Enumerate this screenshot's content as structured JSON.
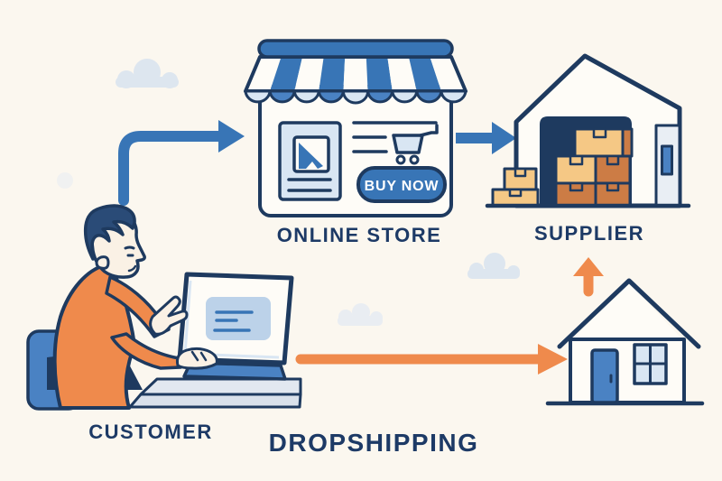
{
  "scene": {
    "title": "DROPSHIPPING",
    "nodes": {
      "customer": {
        "label": "CUSTOMER",
        "icon": "person-at-laptop-icon"
      },
      "online_store": {
        "label": "ONLINE STORE",
        "buy_button": "BUY NOW",
        "icon": "storefront-icon",
        "sub_icons": [
          "product-card-icon",
          "image-icon",
          "shopping-cart-icon"
        ]
      },
      "supplier": {
        "label": "SUPPLIER",
        "icon": "warehouse-boxes-icon"
      },
      "customer_house": {
        "icon": "house-icon"
      }
    },
    "flows": [
      {
        "from": "customer",
        "to": "online_store",
        "color": "#3875B6",
        "shape": "elbow-arrow"
      },
      {
        "from": "online_store",
        "to": "supplier",
        "color": "#3875B6",
        "shape": "straight-arrow"
      },
      {
        "from": "customer",
        "to": "customer_house",
        "color": "#EF8A4C",
        "shape": "straight-arrow"
      },
      {
        "from": "customer_house",
        "to": "supplier",
        "color": "#EF8A4C",
        "shape": "up-arrow"
      }
    ],
    "colors": {
      "background": "#FBF7EF",
      "white": "#FEFCF7",
      "navy": "#1E3A5F",
      "text": "#1D3A66",
      "blue": "#3875B6",
      "blue_light": "#D9E6F3",
      "blue_pale": "#BCD2E9",
      "door_blue": "#4A82C3",
      "orange": "#EF8A4C",
      "box_tan": "#F5C885",
      "box_brown": "#CC7C45",
      "cloud": "#DDE6EF",
      "cloud_faint": "#E9EDF2",
      "skin": "#FAF1E5",
      "hair": "#2A4B77",
      "desk_top": "#E2E8F0",
      "desk_face": "#D9E1EB",
      "panel": "#E9EEF4"
    }
  }
}
